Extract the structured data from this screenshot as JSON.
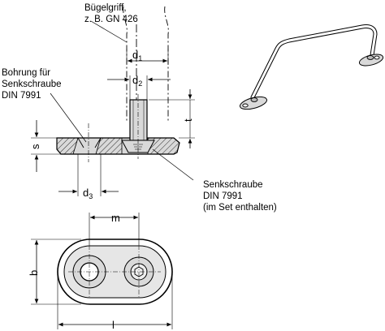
{
  "labels": {
    "handle_line1": "Bügelgriff,",
    "handle_line2": "z. B. GN 426",
    "bore_line1": "Bohrung für",
    "bore_line2": "Senkschraube",
    "bore_line3": "DIN 7991",
    "screw_line1": "Senkschraube",
    "screw_line2": "DIN 7991",
    "screw_line3": "(im Set enthalten)"
  },
  "dimensions": {
    "d1": {
      "main": "d",
      "sub": "1"
    },
    "d2": {
      "main": "d",
      "sub": "2"
    },
    "d3": {
      "main": "d",
      "sub": "3"
    },
    "t": "t",
    "s": "s",
    "m": "m",
    "b": "b",
    "l": "l"
  },
  "colors": {
    "line": "#000000",
    "part_fill": "#d9d9d9",
    "hatch": "#000000"
  }
}
